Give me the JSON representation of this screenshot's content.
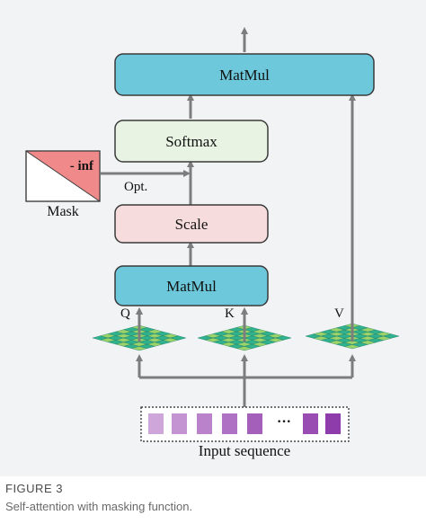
{
  "diagram": {
    "blocks": {
      "matmul_top": "MatMul",
      "softmax": "Softmax",
      "scale": "Scale",
      "matmul_bottom": "MatMul"
    },
    "mask": {
      "value_text": "- inf",
      "label": "Mask",
      "optional_label": "Opt."
    },
    "inputs": {
      "q": "Q",
      "k": "K",
      "v": "V"
    },
    "sequence": {
      "ellipsis": "···",
      "label": "Input sequence"
    },
    "colors": {
      "matmul": "#6cc8da",
      "softmax": "#e8f3e3",
      "scale": "#f6dcdc",
      "mask_fill": "#f08a8a",
      "arrow": "#7d7d7d",
      "grid_a": "#2fb38f",
      "grid_b": "#9ad36a",
      "token_light": "#cfa6da",
      "token_dark": "#8e3bab"
    }
  },
  "figure": {
    "label": "FIGURE 3",
    "caption": "Self-attention with masking function."
  }
}
